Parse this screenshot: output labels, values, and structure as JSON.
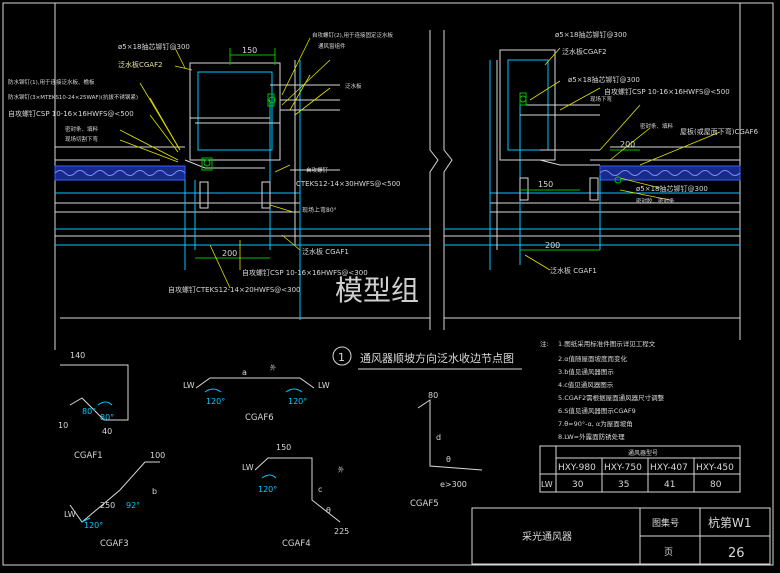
{
  "detail": {
    "labels": {
      "l1": "ø5×18抽芯铆钉@300",
      "l2": "泛水板CGAF2",
      "l3": "防水铆钉(1),用于连接泛水板、檐板",
      "l4": "防水铆钉(3×MTEKS10-24×25WAF)(抗拔不锈钢紧)",
      "l5": "自攻螺钉CSP 10-16×16HWFS@<500",
      "l6": "密封条、填料",
      "l7": "现场切割下弯",
      "l8": "自攻螺钉(2),用于连接固定泛水板",
      "l9": "通风窗组件",
      "l10": "泛水板",
      "l11": "自攻螺钉",
      "l12": "CTEKS12-14×30HWFS@<500",
      "l13": "泛水板 CGAF1",
      "l14": "自攻螺钉CSP 10-16×16HWFS@<300",
      "l15": "自攻螺钉CTEKS12-14×20HWFS@<300",
      "l16": "现场上弯80°",
      "r1": "ø5×18抽芯铆钉@300",
      "r2": "泛水板CGAF2",
      "r3": "ø5×18抽芯铆钉@300",
      "r4": "自攻螺钉CSP 10-16×16HWFS@<500",
      "r5": "现场下弯",
      "r6": "密封条、填料",
      "r7": "屋板(或屋面下弯)CGAF6",
      "r8": "ø5×18抽芯铆钉@300",
      "r9": "泛水板 CGAF1",
      "r10": "密封胶、密封条",
      "d150a": "150",
      "d150b": "150",
      "d200a": "200",
      "d200b": "200",
      "d200c": "200"
    },
    "title_num": "1",
    "title": "通风器顺坡方向泛水收边节点图",
    "watermark": "模型组"
  },
  "notes": {
    "header": "注:",
    "items": [
      "1.图纸采用标准件图示详见工程文",
      "2.α值随屋面坡度而变化",
      "3.b值见通风器图示",
      "4.c值见通风器图示",
      "5.CGAF2需根据屋面通风器尺寸调整",
      "6.S值见通风器图示CGAF9",
      "7.θ=90°-α, α为屋面坡角",
      "8.LW=外露面防锈处理"
    ]
  },
  "table": {
    "title": "通风器型号",
    "headers": [
      "HXY-980",
      "HXY-750",
      "HXY-407",
      "HXY-450"
    ],
    "row_label": "LW",
    "values": [
      "30",
      "35",
      "41",
      "80"
    ]
  },
  "profiles": {
    "cgaf1": {
      "name": "CGAF1",
      "d140": "140",
      "d10": "10",
      "d40": "40",
      "a80a": "80°",
      "a80b": "80°"
    },
    "cgaf3": {
      "name": "CGAF3",
      "d100": "100",
      "d250": "250",
      "b": "b",
      "a92": "92°",
      "a120": "120°",
      "lw": "LW"
    },
    "cgaf6": {
      "name": "CGAF6",
      "lw": "LW",
      "a": "a",
      "out": "外",
      "a120a": "120°",
      "a120b": "120°",
      "lw2": "LW"
    },
    "cgaf4": {
      "name": "CGAF4",
      "d150": "150",
      "d225": "225",
      "lw": "LW",
      "c": "c",
      "theta": "θ",
      "out": "外",
      "a120": "120°"
    },
    "cgaf5": {
      "name": "CGAF5",
      "d80": "80",
      "d": "d",
      "theta": "θ",
      "e": "e>300"
    }
  },
  "titleblock": {
    "name": "采光通风器",
    "atlas_label": "图集号",
    "atlas_value": "杭第W1",
    "page_label": "页",
    "page_value": "26"
  },
  "colors": {
    "line": "#d8d8d8",
    "dim": "#00c000",
    "cyan": "#00c8ff",
    "hatch": "#3060ff",
    "magenta": "#d040d0",
    "yellow": "#e0e000",
    "white": "#ffffff"
  }
}
